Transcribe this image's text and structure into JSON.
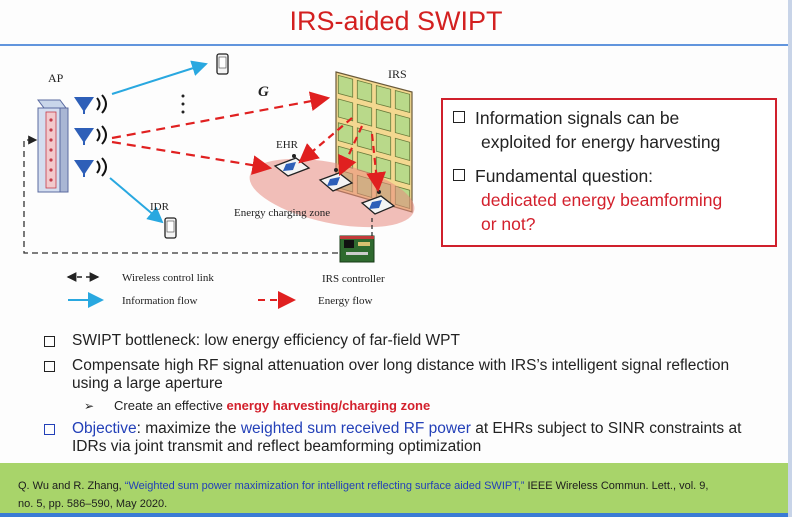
{
  "slide": {
    "title": "IRS-aided SWIPT"
  },
  "diagram": {
    "label_ap": "AP",
    "label_irs": "IRS",
    "label_g": "G",
    "label_ehr": "EHR",
    "label_idr": "IDR",
    "label_zone": "Energy charging zone",
    "label_controller": "IRS controller",
    "legend": {
      "wireless_control": "Wireless control link",
      "information_flow": "Information flow",
      "energy_flow": "Energy flow"
    },
    "colors": {
      "info": "#29a8e0",
      "energy": "#e02020",
      "zone": "#e88a80",
      "irs": "#e8b44a"
    }
  },
  "callout": {
    "item1_line1": "Information signals can be",
    "item1_line2": "exploited for energy harvesting",
    "item2_line1": "Fundamental question:",
    "item2_line2": "dedicated energy beamforming",
    "item2_line3": "or not?"
  },
  "bullets": {
    "b1": "SWIPT bottleneck: low energy efficiency of far-field WPT",
    "b2": "Compensate high RF signal attenuation over long distance with IRS’s intelligent signal reflection using a large aperture",
    "b3_prefix": "Create an effective ",
    "b3_highlight": "energy harvesting/charging zone",
    "b4_label": "Objective",
    "b4_a": ": maximize the ",
    "b4_highlight": "weighted sum received RF power",
    "b4_b": " at EHRs subject to SINR constraints at IDRs via joint transmit and reflect beamforming optimization"
  },
  "footer": {
    "authors": "Q. Wu and R. Zhang, ",
    "paper_title": "“Weighted sum power maximization for intelligent reflecting surface aided SWIPT,”",
    "venue": " IEEE Wireless Commun. Lett., vol. 9, no. 5, pp. 586–590, May 2020."
  }
}
